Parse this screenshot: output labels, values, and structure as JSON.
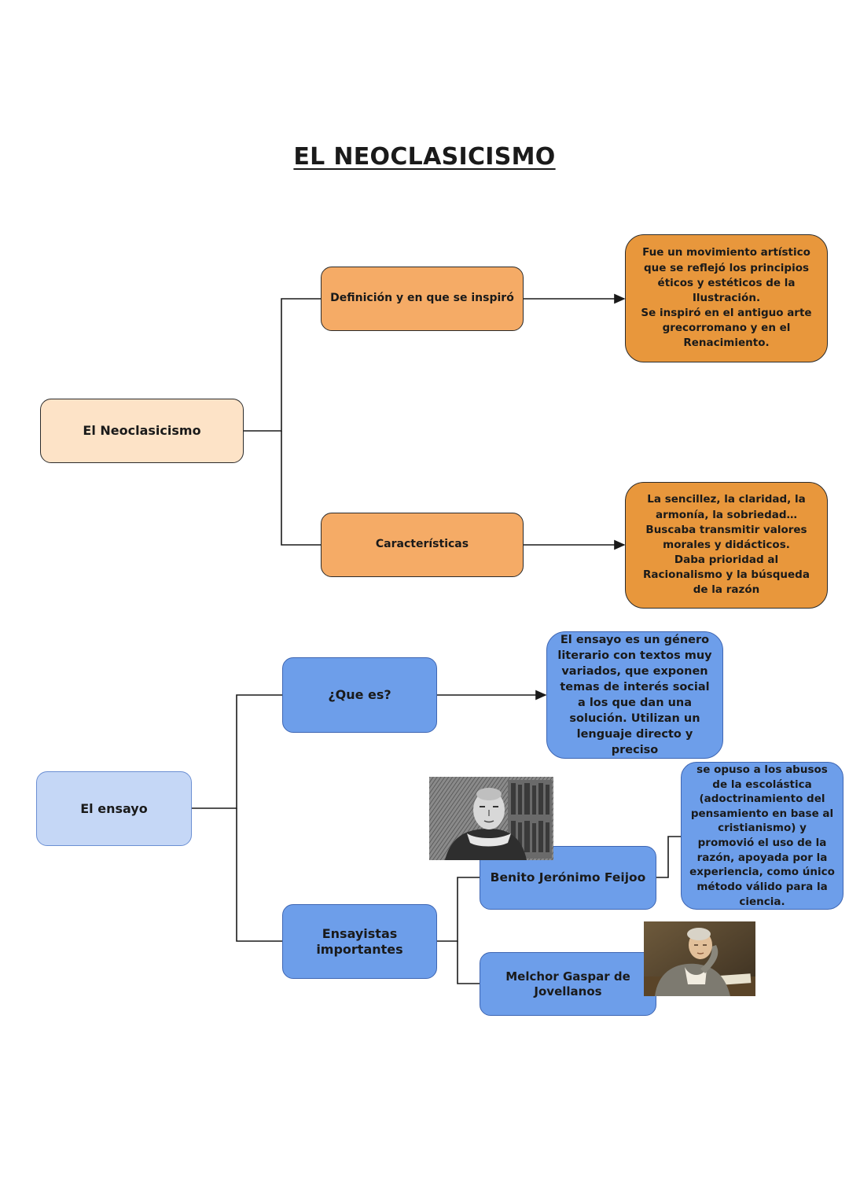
{
  "title": "EL NEOCLASICISMO",
  "neoclasicismo": {
    "root": "El Neoclasicismo",
    "branch_definition": "Definición y en que se inspiró",
    "definition_text": "Fue un movimiento artístico que se reflejó los principios éticos y estéticos de la Ilustración.\nSe inspiró en el antiguo arte grecorromano y en el Renacimiento.",
    "branch_characteristics": "Características",
    "characteristics_text": "La sencillez, la claridad, la armonía, la sobriedad…\nBuscaba transmitir valores morales y didácticos.\nDaba prioridad al Racionalismo y la búsqueda de la razón"
  },
  "ensayo": {
    "root": "El ensayo",
    "branch_what": "¿Que es?",
    "what_text": "El ensayo es un género literario con textos muy variados, que exponen temas de interés social a los que dan una solución. Utilizan un lenguaje directo y preciso",
    "branch_authors": "Ensayistas importantes",
    "author_1": "Benito Jerónimo Feijoo",
    "author_1_text": "se opuso a los abusos de la escolástica (adoctrinamiento del pensamiento en base al cristianismo) y promovió el uso de la razón, apoyada por la experiencia, como único método válido para la ciencia.",
    "author_2": "Melchor Gaspar de Jovellanos"
  },
  "colors": {
    "peach": "#fde3c7",
    "orange": "#f5ab66",
    "dark_orange": "#e8973c",
    "light_blue": "#c5d7f6",
    "blue": "#6d9eea"
  }
}
